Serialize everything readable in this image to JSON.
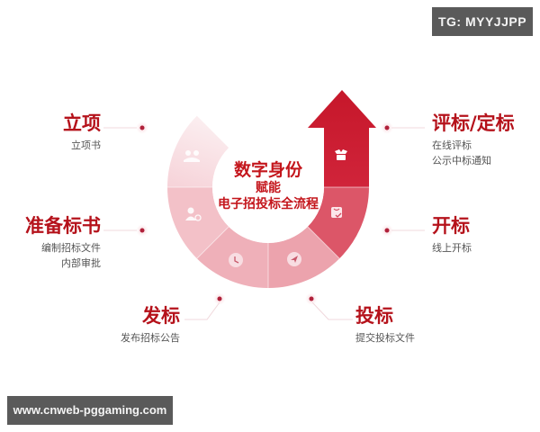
{
  "badges": {
    "tg": "TG: MYYJJPP",
    "url": "www.cnweb-pggaming.com"
  },
  "center": {
    "line1": "数字身份",
    "line2": "赋能",
    "line3": "电子招投标全流程"
  },
  "steps": [
    {
      "id": "lixiang",
      "title": "立项",
      "desc": [
        "立项书"
      ],
      "icon": "handshake-icon",
      "side": "left"
    },
    {
      "id": "zhunbei",
      "title": "准备标书",
      "desc": [
        "编制招标文件",
        "内部审批"
      ],
      "icon": "user-check-icon",
      "side": "left"
    },
    {
      "id": "fabiao",
      "title": "发标",
      "desc": [
        "发布招标公告"
      ],
      "icon": "clock-icon",
      "side": "left"
    },
    {
      "id": "toubiao",
      "title": "投标",
      "desc": [
        "提交投标文件"
      ],
      "icon": "send-icon",
      "side": "right"
    },
    {
      "id": "kaibiao",
      "title": "开标",
      "desc": [
        "线上开标"
      ],
      "icon": "clipboard-check-icon",
      "side": "right"
    },
    {
      "id": "pingbiao",
      "title": "评标/定标",
      "desc": [
        "在线评标",
        "公示中标通知"
      ],
      "icon": "open-box-icon",
      "side": "right"
    }
  ],
  "colors": {
    "title_red": "#b5121b",
    "arrow_red": "#c8192b",
    "seg_dark": "#d9475a",
    "seg_mid": "#eda3ad",
    "seg_light": "#f3bcc4",
    "seg_pale": "#f8dde1",
    "dot": "#b0213a"
  }
}
